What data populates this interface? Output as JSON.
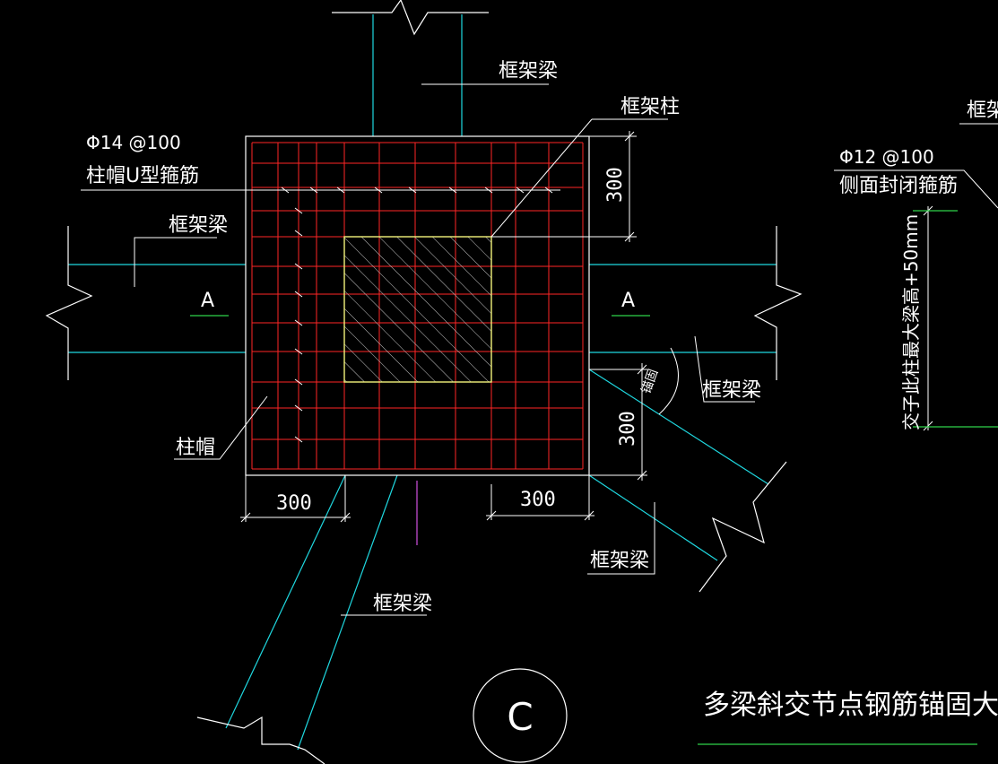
{
  "colors": {
    "background": "#000000",
    "beam_line": "#1fd8e0",
    "rebar": "#ff2626",
    "outline": "#ffffff",
    "column_hatch": "#f2f27a",
    "dimension": "#ffffff",
    "leader": "#ffffff",
    "title_underline": "#2fd24a",
    "axis_green": "#2fd24a",
    "magenta": "#d050e0"
  },
  "labels": {
    "beam_top": "框架梁",
    "column": "框架柱",
    "rebar_spec_1": "Φ14 @100",
    "rebar_desc_1": "柱帽U型箍筋",
    "beam_left": "框架梁",
    "section_left": "A",
    "section_right": "A",
    "beam_right_edge": "框架梁",
    "rebar_spec_2": "Φ12 @100",
    "rebar_desc_2": "侧面封闭箍筋",
    "vertical_note": "交子此柱最大梁高+50mm",
    "anchor_note": "锚固",
    "beam_right_diag": "框架梁",
    "column_cap": "柱帽",
    "dim_right_top": "300",
    "dim_right_bottom": "300",
    "dim_bottom_left": "300",
    "dim_bottom_right": "300",
    "beam_bottom_right": "框架梁",
    "beam_bottom": "框架梁",
    "detail_symbol": "C",
    "title": "多梁斜交节点钢筋锚固大样"
  }
}
